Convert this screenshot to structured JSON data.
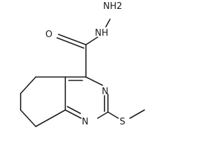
{
  "molecule": {
    "atoms": {
      "nh2": "NH2",
      "nh": "NH",
      "o": "O",
      "n3": "N",
      "n1": "N",
      "s": "S"
    }
  }
}
